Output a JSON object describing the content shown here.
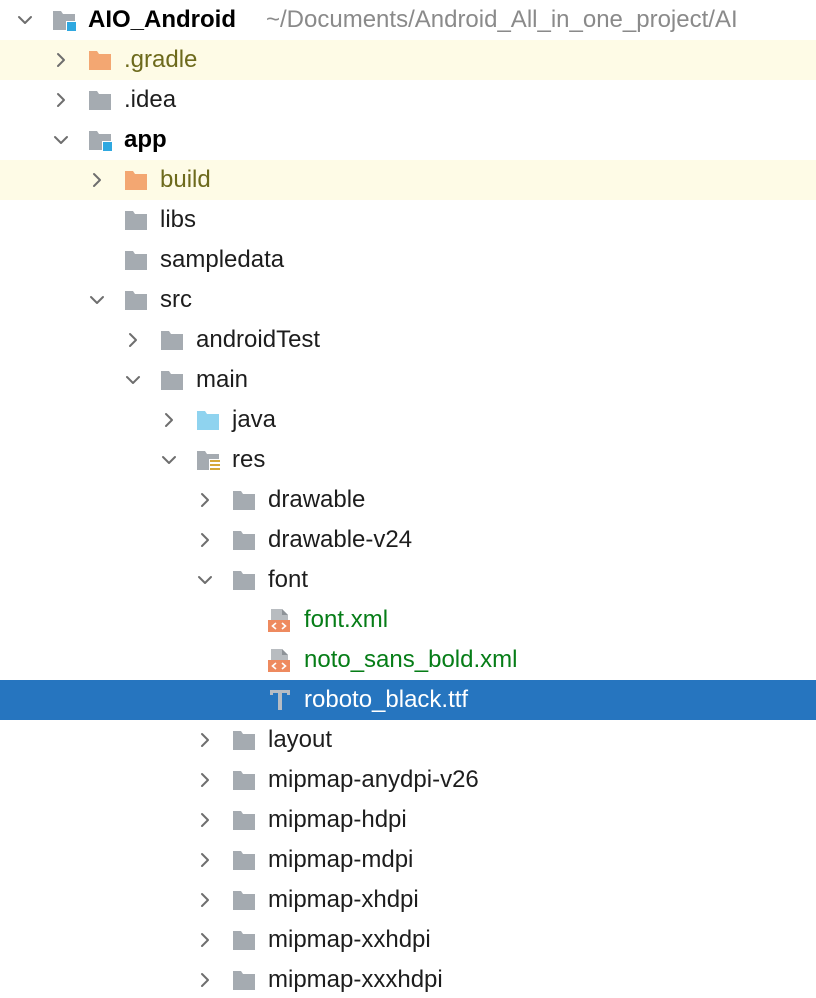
{
  "project": {
    "name": "AIO_Android",
    "path": "~/Documents/Android_All_in_one_project/AI"
  },
  "colors": {
    "selection": "#2675bf",
    "excluded_bg": "#fefbe6",
    "excluded_text": "#6d6a1c",
    "xml_text": "#067d17",
    "folder_gray": "#a5abb1",
    "folder_orange": "#f3a772",
    "folder_blue": "#8fd3ef",
    "module_marker": "#2fa8e0"
  },
  "tree": [
    {
      "label": "AIO_Android",
      "icon": "module-folder-icon",
      "expanded": true
    },
    {
      "label": ".gradle",
      "icon": "excluded-folder-icon",
      "expanded": false
    },
    {
      "label": ".idea",
      "icon": "folder-icon",
      "expanded": false
    },
    {
      "label": "app",
      "icon": "module-folder-icon",
      "expanded": true
    },
    {
      "label": "build",
      "icon": "excluded-folder-icon",
      "expanded": false
    },
    {
      "label": "libs",
      "icon": "folder-icon"
    },
    {
      "label": "sampledata",
      "icon": "folder-icon"
    },
    {
      "label": "src",
      "icon": "folder-icon",
      "expanded": true
    },
    {
      "label": "androidTest",
      "icon": "folder-icon",
      "expanded": false
    },
    {
      "label": "main",
      "icon": "folder-icon",
      "expanded": true
    },
    {
      "label": "java",
      "icon": "source-folder-icon",
      "expanded": false
    },
    {
      "label": "res",
      "icon": "resource-folder-icon",
      "expanded": true
    },
    {
      "label": "drawable",
      "icon": "folder-icon",
      "expanded": false
    },
    {
      "label": "drawable-v24",
      "icon": "folder-icon",
      "expanded": false
    },
    {
      "label": "font",
      "icon": "folder-icon",
      "expanded": true
    },
    {
      "label": "font.xml",
      "icon": "xml-file-icon"
    },
    {
      "label": "noto_sans_bold.xml",
      "icon": "xml-file-icon"
    },
    {
      "label": "roboto_black.ttf",
      "icon": "font-file-icon",
      "selected": true
    },
    {
      "label": "layout",
      "icon": "folder-icon",
      "expanded": false
    },
    {
      "label": "mipmap-anydpi-v26",
      "icon": "folder-icon",
      "expanded": false
    },
    {
      "label": "mipmap-hdpi",
      "icon": "folder-icon",
      "expanded": false
    },
    {
      "label": "mipmap-mdpi",
      "icon": "folder-icon",
      "expanded": false
    },
    {
      "label": "mipmap-xhdpi",
      "icon": "folder-icon",
      "expanded": false
    },
    {
      "label": "mipmap-xxhdpi",
      "icon": "folder-icon",
      "expanded": false
    },
    {
      "label": "mipmap-xxxhdpi",
      "icon": "folder-icon",
      "expanded": false
    }
  ]
}
